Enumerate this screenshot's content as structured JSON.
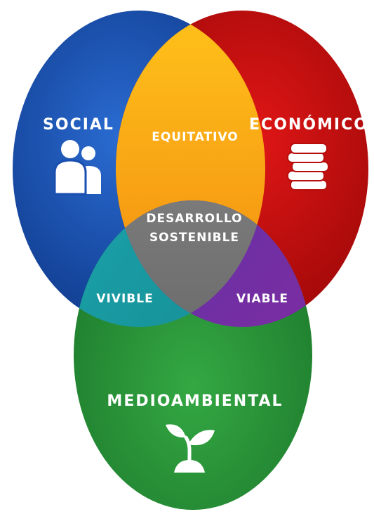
{
  "diagram": {
    "circles": {
      "social": {
        "label": "SOCIAL",
        "icon": "people-icon",
        "color": "#1446a6"
      },
      "economico": {
        "label": "ECONÓMICO",
        "icon": "coins-icon",
        "color": "#c40d0d"
      },
      "medioambiental": {
        "label": "MEDIOAMBIENTAL",
        "icon": "sprout-icon",
        "color": "#268a35"
      }
    },
    "intersections": {
      "equitativo": {
        "label": "EQUITATIVO",
        "color": "#f5a111"
      },
      "vivible": {
        "label": "VIVIBLE",
        "color": "#1e94a0"
      },
      "viable": {
        "label": "VIABLE",
        "color": "#6f2d9c"
      }
    },
    "center": {
      "line1": "DESARROLLO",
      "line2": "SOSTENIBLE",
      "color": "#6a6a6a"
    }
  }
}
